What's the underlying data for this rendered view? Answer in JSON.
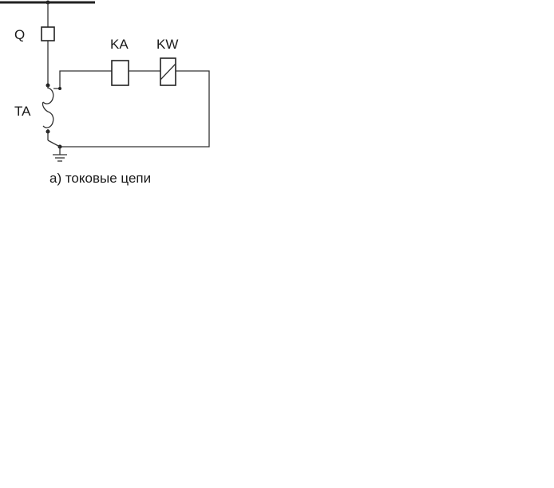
{
  "labels": {
    "breaker": "Q",
    "transformer": "TA",
    "current_relay": "KA",
    "power_relay": "KW"
  },
  "caption": "а) токовые цепи",
  "colors": {
    "line": "#333333",
    "text": "#1a1a1a",
    "background": "#ffffff"
  }
}
